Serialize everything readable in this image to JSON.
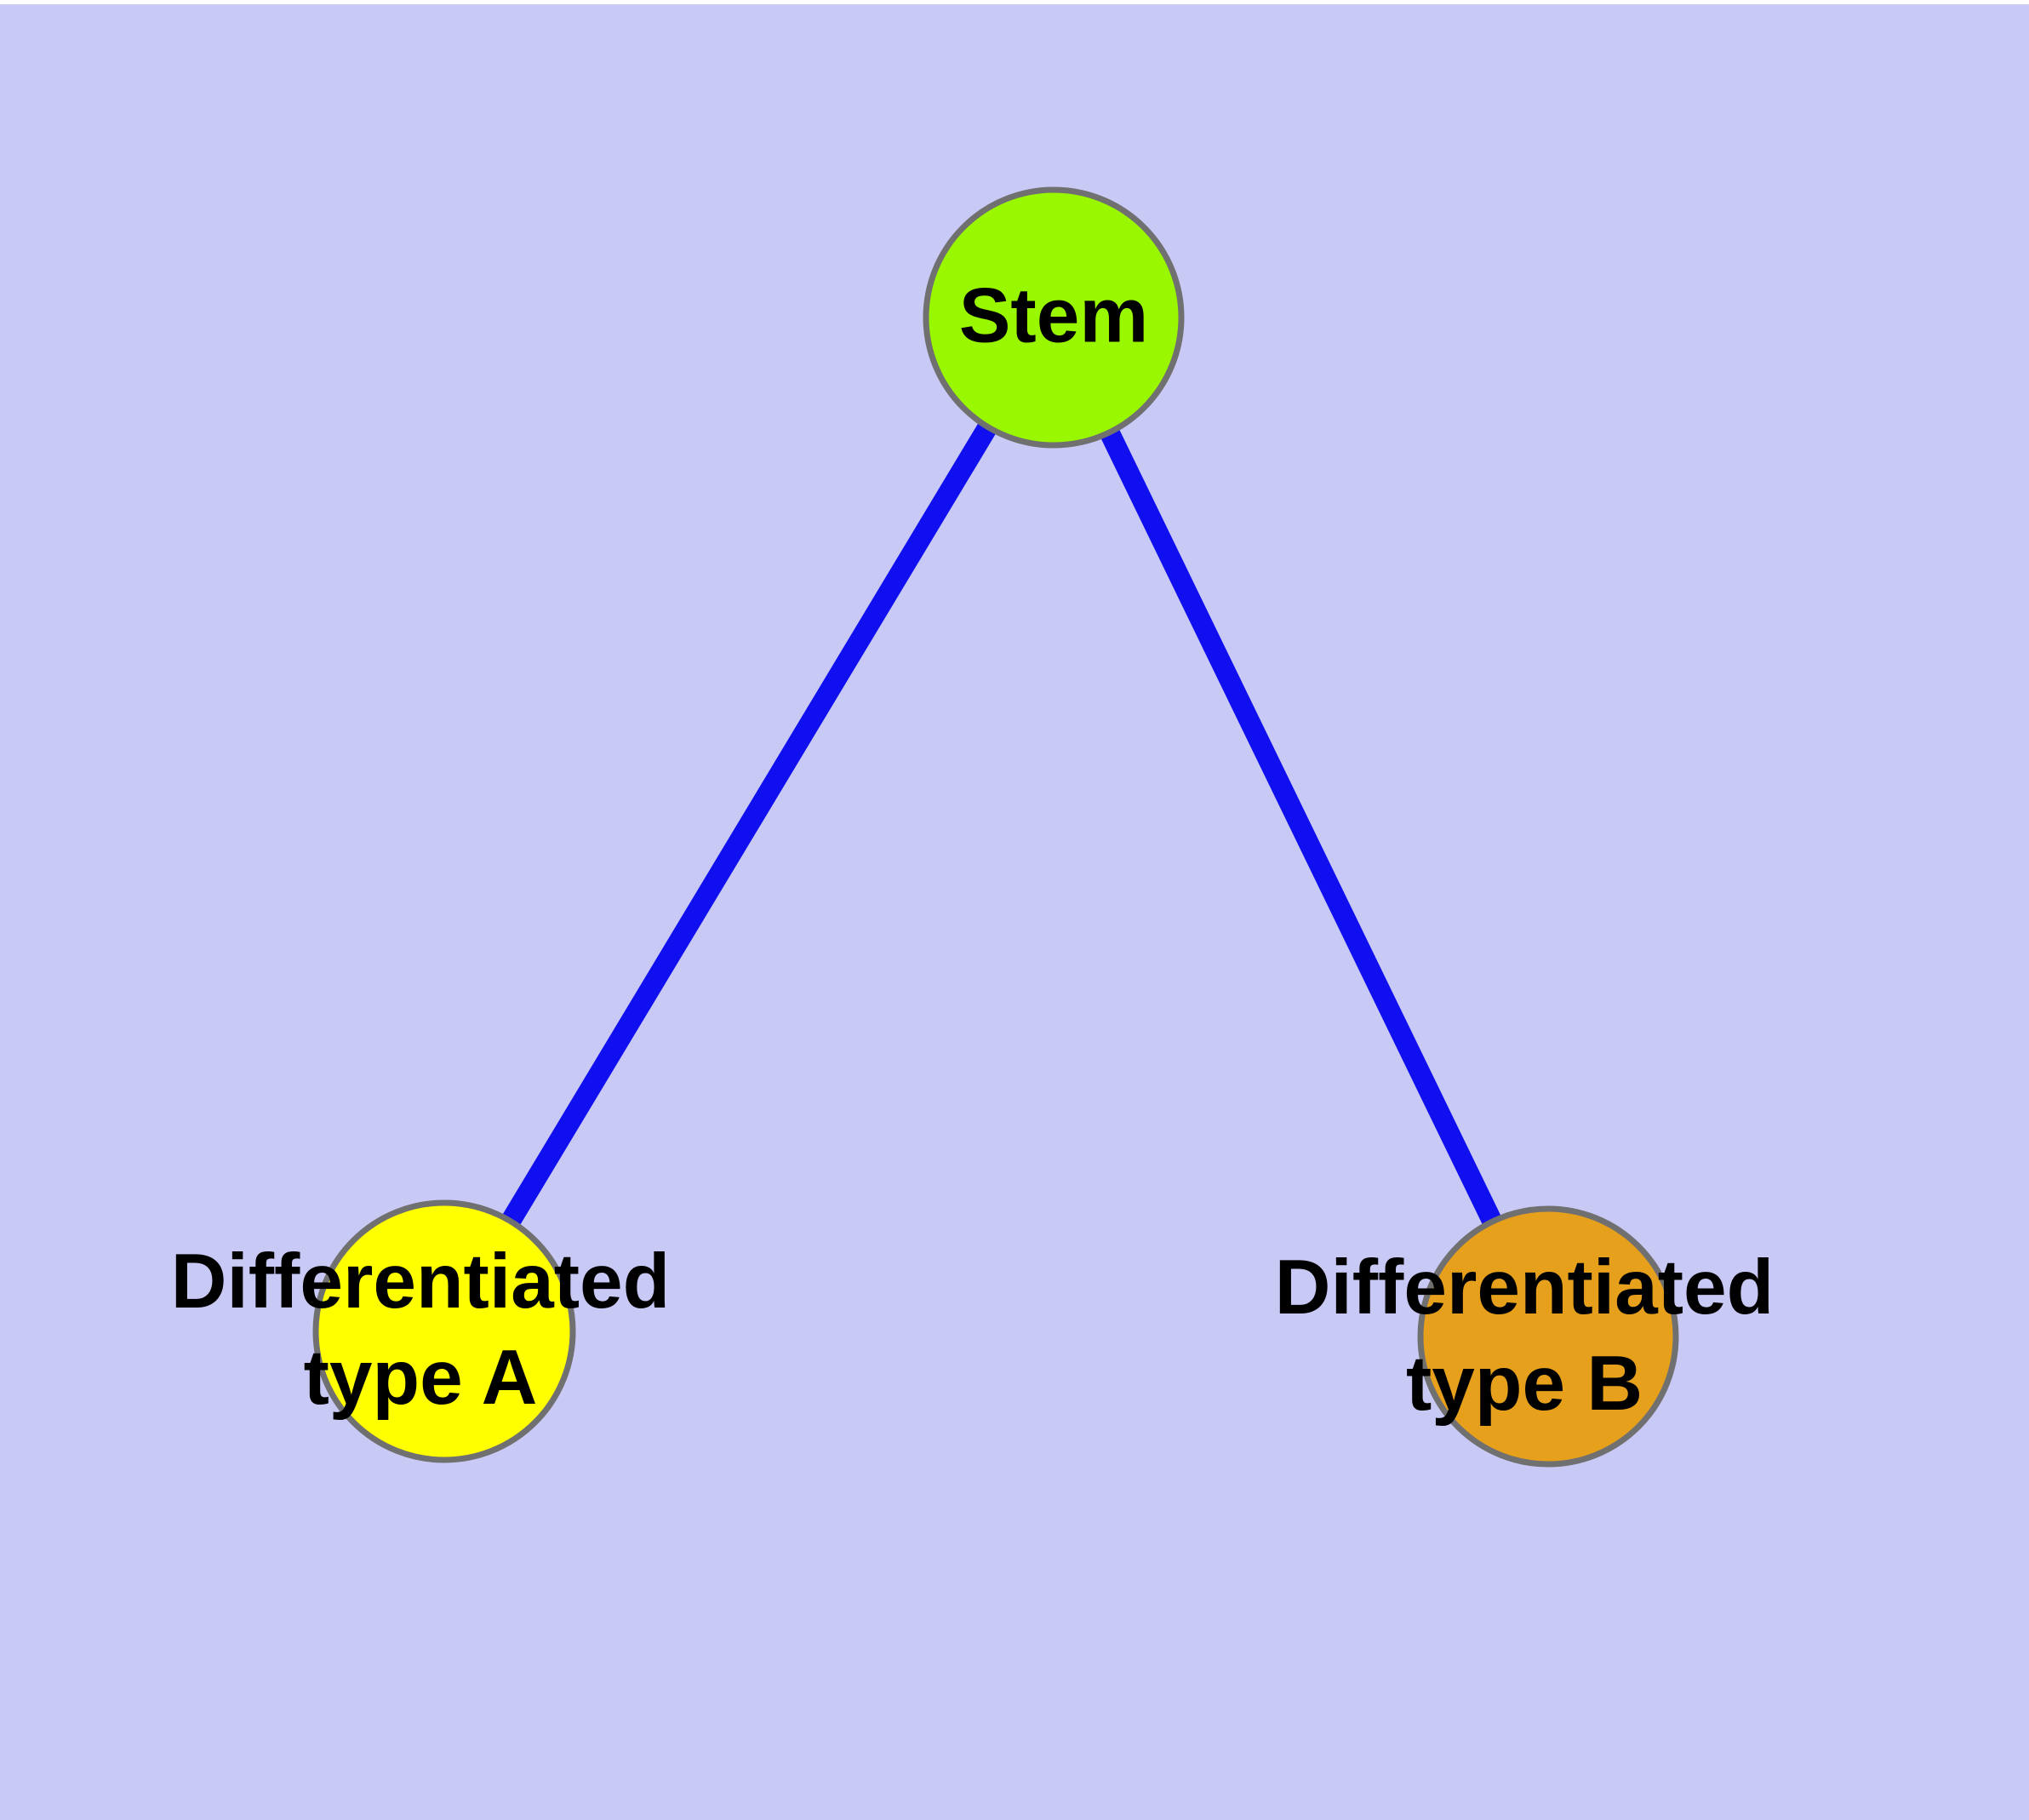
{
  "diagram": {
    "background_color": "#c9c9f6",
    "top_margin_color": "#ffffff",
    "edge_color": "#0f0ff0",
    "node_border_color": "#707070",
    "label_color": "#000000",
    "nodes": [
      {
        "id": "stem",
        "label": "Stem",
        "label_lines": [
          "Stem"
        ],
        "fill_color": "#99f800"
      },
      {
        "id": "differentiated-type-a",
        "label": "Differentiated type A",
        "label_lines": [
          "Differentiated",
          "type A"
        ],
        "fill_color": "#ffff00"
      },
      {
        "id": "differentiated-type-b",
        "label": "Differentiated type B",
        "label_lines": [
          "Differentiated",
          "type B"
        ],
        "fill_color": "#e7a01c"
      }
    ],
    "edges": [
      {
        "from": "Stem",
        "to": "Differentiated type A"
      },
      {
        "from": "Stem",
        "to": "Differentiated type B"
      }
    ]
  }
}
